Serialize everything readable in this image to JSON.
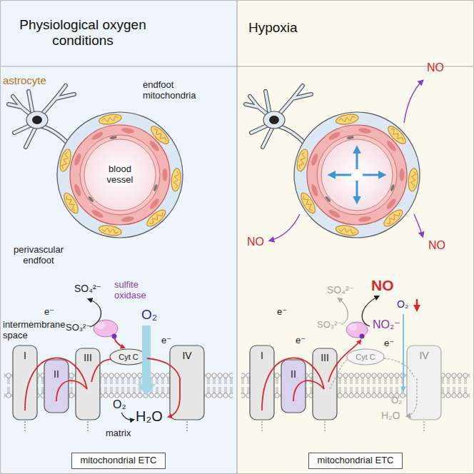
{
  "diagram": {
    "nodes": [
      {
        "text": [
          "Physiological oxygen conditions"
        ]
      },
      {
        "text": [
          "blood vessel"
        ],
        "in": 0
      },
      {
        "text": [
          "sulfite oxidase"
        ],
        "in": 0
      },
      {
        "text": [
          "I"
        ],
        "in": 0
      },
      {
        "text": [
          "II"
        ],
        "in": 0
      },
      {
        "text": [
          "III"
        ],
        "in": 0
      },
      {
        "text": [
          "Cyt C"
        ],
        "in": 0
      },
      {
        "text": [
          "IV"
        ],
        "in": 0
      },
      {
        "text": [
          "mitochondrial ETC"
        ],
        "in": 0
      },
      {
        "text": [
          "Hypoxia"
        ]
      },
      {
        "text": [
          "I"
        ],
        "in": 9
      },
      {
        "text": [
          "II"
        ],
        "in": 9
      },
      {
        "text": [
          "III"
        ],
        "in": 9
      },
      {
        "text": [
          "Cyt C"
        ],
        "in": 9
      },
      {
        "text": [
          "IV"
        ],
        "in": 9
      },
      {
        "text": [
          "mitochondrial ETC"
        ],
        "in": 9
      }
    ],
    "labels": [
      "astrocyte",
      "endfoot mitochondria",
      "perivascular endfoot",
      "SO₄²⁻",
      "SO₃²⁻",
      "O₂",
      "e⁻",
      "e⁻",
      "intermembrane space",
      "O₂",
      "H₂O",
      "matrix",
      "NO",
      "NO",
      "NO",
      "SO₄²⁻",
      "NO",
      "NO₂⁻",
      "SO₃²⁻",
      "e⁻",
      "e⁻",
      "e⁻",
      "O₂",
      "O₂",
      "H₂O"
    ]
  }
}
